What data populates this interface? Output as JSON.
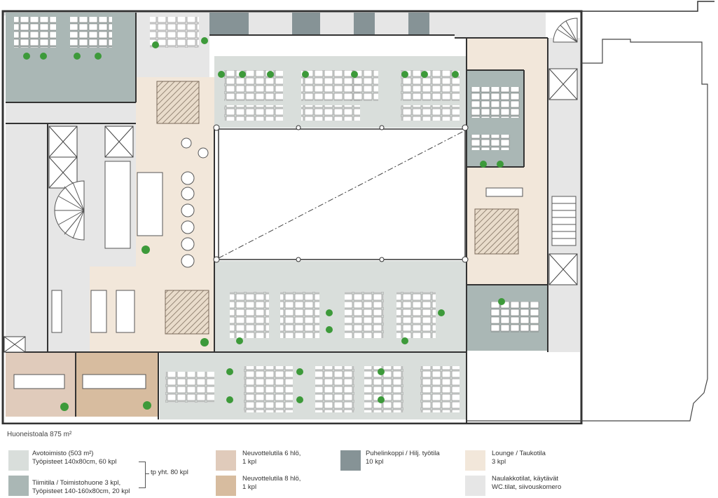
{
  "colors": {
    "avotoimisto": "#d9dedb",
    "tiimitila": "#aab7b5",
    "neuvottelu6": "#e0cbbb",
    "neuvottelu8": "#d7bc9f",
    "puhelinkoppi": "#869396",
    "lounge": "#f2e7da",
    "wc": "#e6e6e6",
    "wall": "#333333",
    "plant": "#3d9a3a"
  },
  "legend": {
    "area": "Huoneistoala 875 m²",
    "avotoimisto": {
      "line1": "Avotoimisto (503 m²)",
      "line2": "Työpisteet 140x80cm, 60 kpl"
    },
    "tiimitila": {
      "line1": "Tiimitila / Toimistohuone 3 kpl,",
      "line2": "Työpisteet 140-160x80cm, 20 kpl"
    },
    "tp_total": "tp yht. 80 kpl",
    "neuvottelu6": {
      "line1": "Neuvottelutila 6 hlö,",
      "line2": "1 kpl"
    },
    "neuvottelu8": {
      "line1": "Neuvottelutila 8 hlö,",
      "line2": "1 kpl"
    },
    "puhelinkoppi": {
      "line1": "Puhelinkoppi / Hilj. työtila",
      "line2": "10 kpl"
    },
    "lounge": {
      "line1": "Lounge / Taukotila",
      "line2": "3 kpl"
    },
    "wc": {
      "line1": "Naulakkotilat, käytävät",
      "line2": "WC.tilat, siivouskomero"
    }
  }
}
